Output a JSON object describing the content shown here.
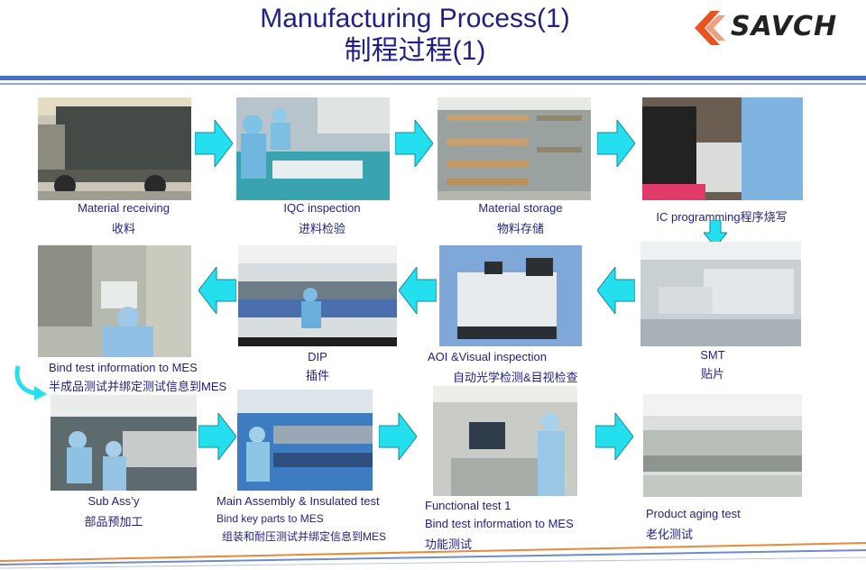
{
  "title_en": "Manufacturing Process(1)",
  "title_cn": "制程过程(1)",
  "logo": {
    "text": "SAVCH",
    "colors": {
      "orange": "#e8531f",
      "dark": "#222222"
    }
  },
  "colors": {
    "accent_blue": "#1f1f8a",
    "arrow_fill": "#24e0ee",
    "bar": "#4a6fc0"
  },
  "steps": [
    {
      "en": "Material receiving",
      "cn": "收料"
    },
    {
      "en": "IQC inspection",
      "cn": "进料检验"
    },
    {
      "en": "Material storage",
      "cn": "物料存储"
    },
    {
      "en": "IC programming程序烧写"
    },
    {
      "en": "SMT",
      "cn": "贴片"
    },
    {
      "en": "AOI &Visual inspection",
      "cn": "自动光学检测&目视检查"
    },
    {
      "en": "DIP",
      "cn": "插件"
    },
    {
      "en": "Bind test information to MES",
      "cn": "半成品测试并绑定测试信息到MES"
    },
    {
      "en": "Sub Ass’y",
      "cn": "部品预加工"
    },
    {
      "en": "Main Assembly & Insulated test",
      "en2": "Bind key parts to MES",
      "cn": "组装和耐压测试并绑定信息到MES"
    },
    {
      "en": "Functional test 1",
      "en2": "Bind test information to MES",
      "cn": "功能测试"
    },
    {
      "en": "Product aging test",
      "cn": "老化测试"
    }
  ]
}
